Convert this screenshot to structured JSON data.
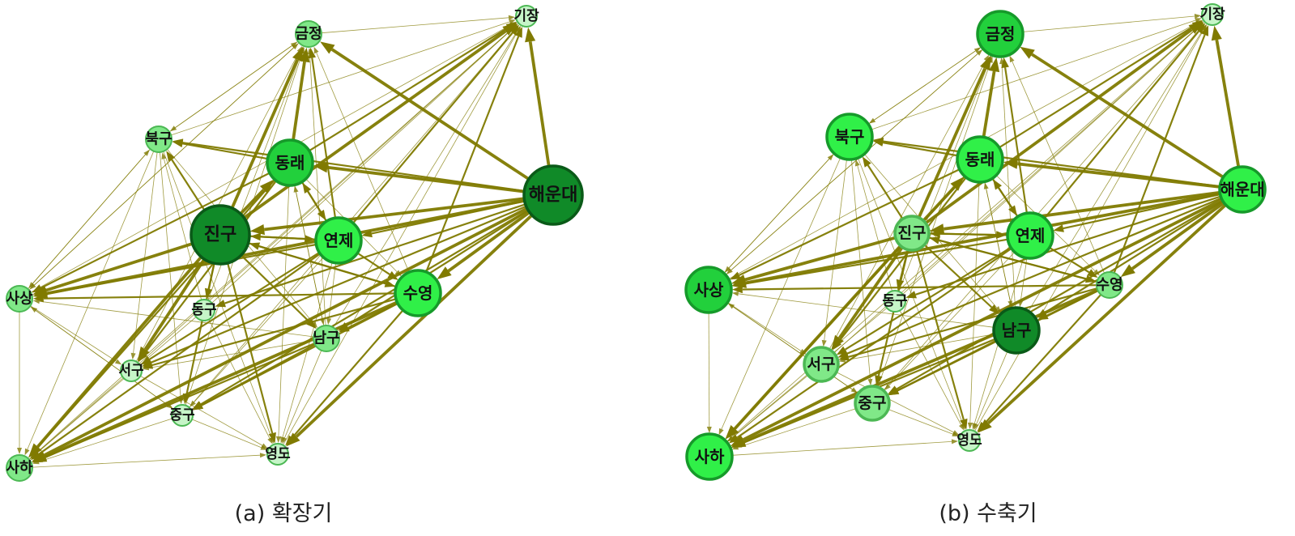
{
  "colors": {
    "edge": "#807a00",
    "node_dark": "#108a28",
    "node_mid": "#22d03c",
    "node_bright": "#30f048",
    "node_light": "#80e888",
    "node_pale": "#c6f5c8",
    "stroke_dark": "#0a5a18",
    "stroke_mid": "#169a2a",
    "stroke_light": "#4cb854"
  },
  "panels": [
    {
      "caption": "(a) 확장기",
      "nodes": [
        {
          "id": "gijang",
          "label": "기장",
          "level": "pale",
          "size": "xs"
        },
        {
          "id": "geumjeong",
          "label": "금정",
          "level": "light",
          "size": "s"
        },
        {
          "id": "bukgu",
          "label": "북구",
          "level": "light",
          "size": "s"
        },
        {
          "id": "dongnae",
          "label": "동래",
          "level": "mid",
          "size": "l"
        },
        {
          "id": "haeundae",
          "label": "해운대",
          "level": "dark",
          "size": "xl"
        },
        {
          "id": "jingu",
          "label": "진구",
          "level": "dark",
          "size": "xl"
        },
        {
          "id": "yeonje",
          "label": "연제",
          "level": "bright",
          "size": "l"
        },
        {
          "id": "suyeong",
          "label": "수영",
          "level": "bright",
          "size": "l"
        },
        {
          "id": "sasang",
          "label": "사상",
          "level": "light",
          "size": "s"
        },
        {
          "id": "donggu",
          "label": "동구",
          "level": "pale",
          "size": "xs"
        },
        {
          "id": "namgu",
          "label": "남구",
          "level": "light",
          "size": "s"
        },
        {
          "id": "seogu",
          "label": "서구",
          "level": "pale",
          "size": "xs"
        },
        {
          "id": "junggu",
          "label": "중구",
          "level": "pale",
          "size": "xs"
        },
        {
          "id": "saha",
          "label": "사하",
          "level": "light",
          "size": "s"
        },
        {
          "id": "yeongdo",
          "label": "영도",
          "level": "pale",
          "size": "xs"
        }
      ]
    },
    {
      "caption": "(b) 수축기",
      "nodes": [
        {
          "id": "gijang",
          "label": "기장",
          "level": "pale",
          "size": "xs"
        },
        {
          "id": "geumjeong",
          "label": "금정",
          "level": "mid",
          "size": "l"
        },
        {
          "id": "bukgu",
          "label": "북구",
          "level": "bright",
          "size": "l"
        },
        {
          "id": "dongnae",
          "label": "동래",
          "level": "bright",
          "size": "l"
        },
        {
          "id": "haeundae",
          "label": "해운대",
          "level": "bright",
          "size": "l"
        },
        {
          "id": "jingu",
          "label": "진구",
          "level": "light",
          "size": "m"
        },
        {
          "id": "yeonje",
          "label": "연제",
          "level": "bright",
          "size": "l"
        },
        {
          "id": "suyeong",
          "label": "수영",
          "level": "light",
          "size": "s"
        },
        {
          "id": "sasang",
          "label": "사상",
          "level": "mid",
          "size": "l"
        },
        {
          "id": "donggu",
          "label": "동구",
          "level": "pale",
          "size": "xs"
        },
        {
          "id": "namgu",
          "label": "남구",
          "level": "dark",
          "size": "l"
        },
        {
          "id": "seogu",
          "label": "서구",
          "level": "light",
          "size": "m"
        },
        {
          "id": "junggu",
          "label": "중구",
          "level": "light",
          "size": "m"
        },
        {
          "id": "saha",
          "label": "사하",
          "level": "bright",
          "size": "l"
        },
        {
          "id": "yeongdo",
          "label": "영도",
          "level": "pale",
          "size": "xs"
        }
      ]
    }
  ]
}
